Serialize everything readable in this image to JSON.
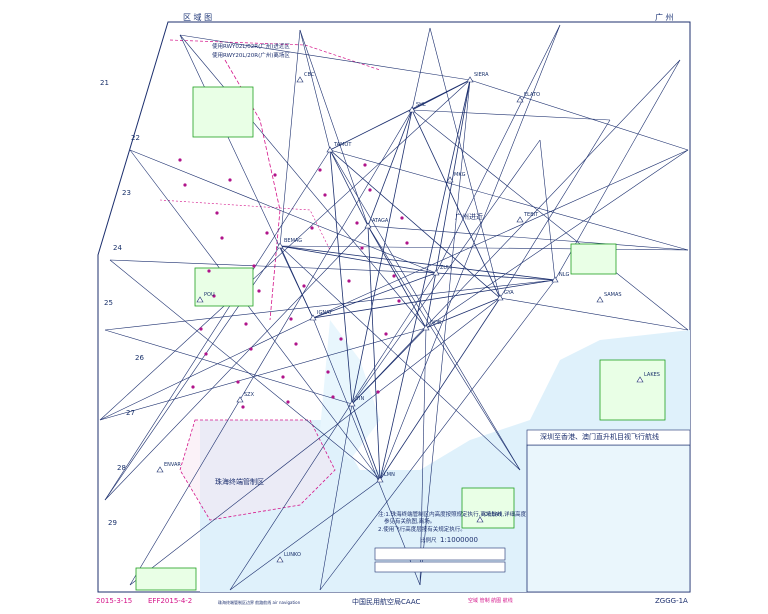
{
  "header": {
    "left_title": "区 域 图",
    "right_title": "广 州"
  },
  "footer": {
    "date": "2015-3-15",
    "eff": "EFF2015-4-2",
    "small_note": "珠海终端管制区边界 航路航线 air navigation",
    "publisher": "中国民用航空局CAAC",
    "right_note": "空域 管制 航图 航线",
    "chart_id": "ZGGG-1A"
  },
  "map": {
    "zone_label": "广州进近",
    "restricted_zone": "珠海终端管制区",
    "inset_title": "深圳至香港、澳门直升机目视飞行航线",
    "legend_lines": [
      "使用RWY02L/02R(广州)进近区",
      "使用RWY20L/20R(广州)离场区"
    ],
    "scale_label": "比例尺",
    "scale": "1:1000000",
    "notes_center": [
      "注:1.珠海终端管制区内高度按照规定执行,离场航线,详细高度",
      "参见有关航图,离场。",
      "2.使用飞行高度层按有关规定执行。"
    ],
    "grid_labels": [
      "21",
      "22",
      "23",
      "24",
      "25",
      "26",
      "27",
      "28",
      "29"
    ],
    "waypoints": [
      "IGNAT",
      "ATAGA",
      "SHL",
      "ZUH",
      "YIN",
      "DOB",
      "BEMAG",
      "GYA",
      "LMN",
      "NLG",
      "SIERA",
      "TAMOT",
      "POU",
      "SZX",
      "MKG",
      "TEBIT",
      "SAMAS",
      "LAKES",
      "CBC",
      "ELATO",
      "ENVAR",
      "LUNKO",
      "OCEAN"
    ],
    "colors": {
      "route": "#1c2f6e",
      "restricted": "#d4148a",
      "sea": "#dff1fb",
      "land": "#ffffff",
      "green_box": "#20a020"
    }
  }
}
